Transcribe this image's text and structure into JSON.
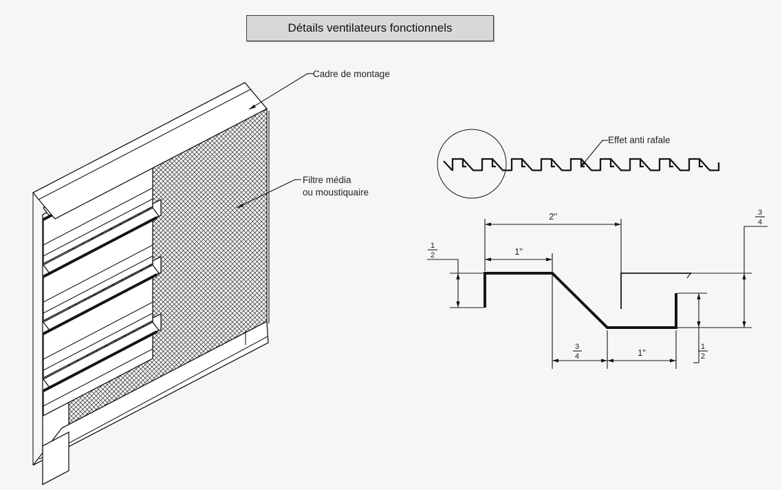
{
  "title": "Détails ventilateurs fonctionnels",
  "colors": {
    "background": "#f6f6f6",
    "line": "#141414",
    "title_box_fill": "#d8d8d8",
    "title_box_border": "#3f3f3f"
  },
  "isometric_view": {
    "label_mounting_frame": "Cadre de montage",
    "label_filter_line1": "Filtre média",
    "label_filter_line2": "ou moustiquaire"
  },
  "blade_section_view": {
    "label_anti_gust": "Effet anti rafale"
  },
  "dimensions": {
    "overall_pitch": "2\"",
    "top_leg": "1\"",
    "bottom_leg": "1\"",
    "left_leg_height": {
      "num": "1",
      "den": "2"
    },
    "diagonal_run": {
      "num": "3",
      "den": "4"
    },
    "right_lip_height": {
      "num": "1",
      "den": "2"
    },
    "blade_total_height": {
      "num": "3",
      "den": "4"
    }
  }
}
